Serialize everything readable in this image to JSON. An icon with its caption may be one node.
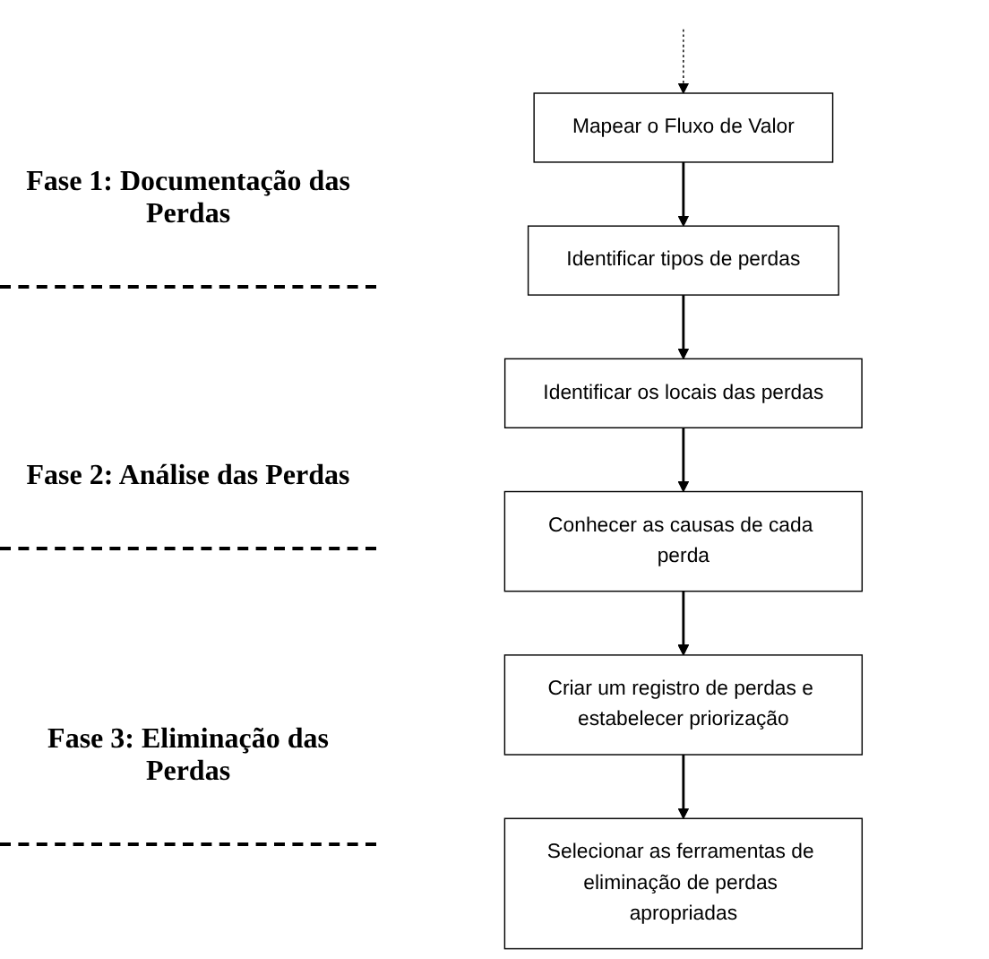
{
  "diagram": {
    "nodes": [
      {
        "text": [
          "Mapear o Fluxo de Valor"
        ]
      },
      {
        "text": [
          "Identificar tipos de perdas"
        ]
      },
      {
        "text": [
          "Identificar os locais das perdas"
        ]
      },
      {
        "text": [
          "Conhecer as causas de cada perda"
        ]
      },
      {
        "text": [
          "Criar um registro de perdas e estabelecer priorização"
        ]
      },
      {
        "text": [
          "Selecionar as ferramentas de eliminação de perdas apropriadas"
        ]
      }
    ],
    "edges": [
      {
        "from": 0,
        "to": 1,
        "arrow": "to"
      },
      {
        "from": 1,
        "to": 2,
        "arrow": "to"
      },
      {
        "from": 2,
        "to": 3,
        "arrow": "to"
      },
      {
        "from": 3,
        "to": 4,
        "arrow": "to"
      },
      {
        "from": 4,
        "to": 5,
        "arrow": "to"
      },
      {
        "from": null,
        "to": 0,
        "arrow": "to",
        "style": "dashed"
      }
    ],
    "labels": [
      "Fase 1: Documentação das Perdas",
      "Fase 2: Análise das Perdas",
      "Fase 3: Eliminação das Perdas"
    ]
  }
}
